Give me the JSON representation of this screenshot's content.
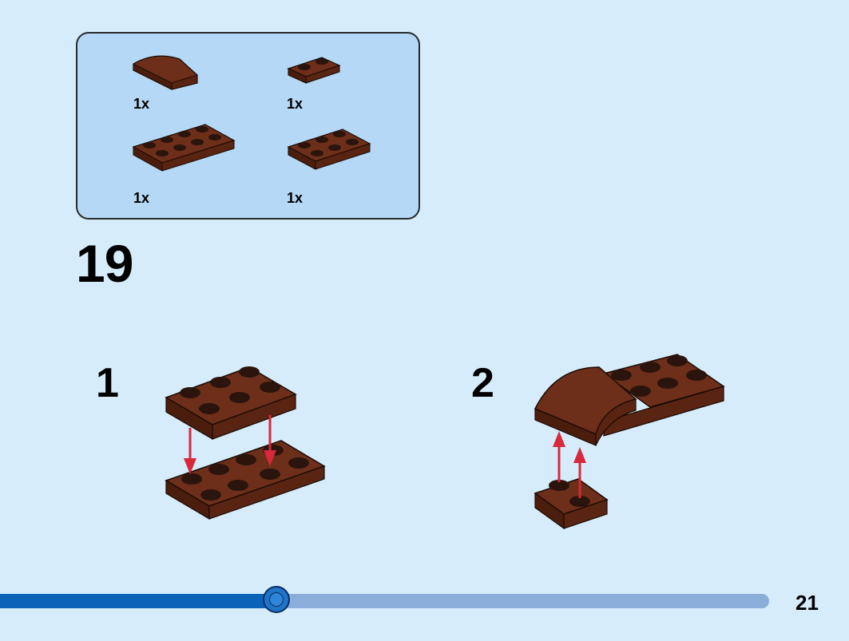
{
  "parts_box": {
    "items": [
      {
        "name": "curved-slope-2x2-brown",
        "qty": "1x"
      },
      {
        "name": "plate-1x2-brown",
        "qty": "1x"
      },
      {
        "name": "plate-2x4-brown",
        "qty": "1x"
      },
      {
        "name": "plate-2x3-brown",
        "qty": "1x"
      }
    ]
  },
  "step": {
    "number": "19"
  },
  "substeps": [
    {
      "label": "1"
    },
    {
      "label": "2"
    }
  ],
  "progress": {
    "value": 0.36
  },
  "page": {
    "number": "21"
  },
  "colors": {
    "background": "#d6ecfa",
    "parts_box_fill": "#b4d8f5",
    "brick_top": "#6e2f1a",
    "brick_side": "#4a1d0d",
    "stud": "#2a140c",
    "arrow": "#d8283c",
    "progress_fill": "#0b63b8",
    "progress_track": "#8aaed9"
  },
  "icons": [
    "curved-slope-icon",
    "plate-1x2-icon",
    "plate-2x4-icon",
    "plate-2x3-icon",
    "assembly-arrow-icon"
  ]
}
